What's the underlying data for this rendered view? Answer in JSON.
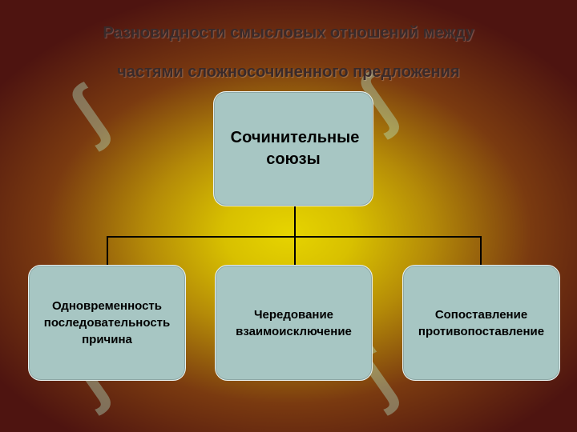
{
  "title": {
    "line1": "Разновидности смысловых отношений между",
    "line2": "частями сложносочиненного предложения"
  },
  "root": {
    "line1": "Сочинительные",
    "line2": "союзы"
  },
  "children": [
    {
      "lines": [
        "Одновременность",
        "последовательность",
        "причина"
      ]
    },
    {
      "lines": [
        "Чередование",
        "взаимоисключение"
      ]
    },
    {
      "lines": [
        "Сопоставление",
        "противопоставление"
      ]
    }
  ],
  "colors": {
    "box_fill": "#a7c6c3",
    "connector": "#000000",
    "title_text": "#3a2a2a"
  }
}
